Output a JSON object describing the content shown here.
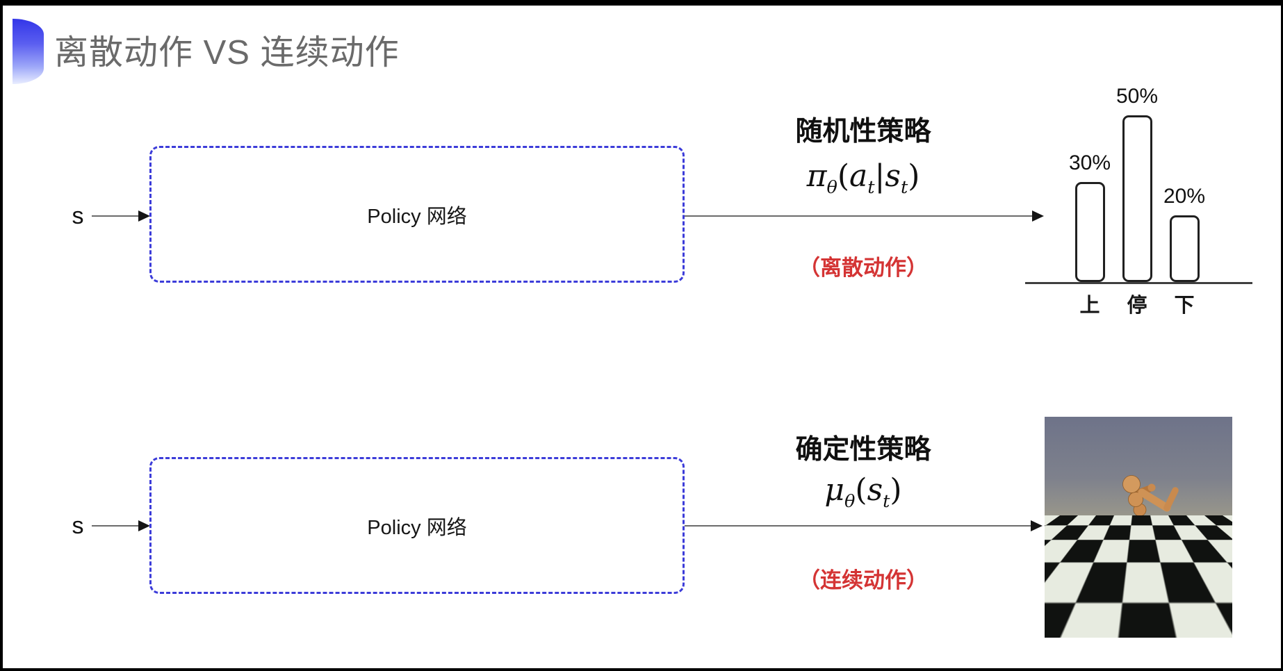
{
  "title": {
    "text": "离散动作 VS 连续动作"
  },
  "top_flow": {
    "input_label": "s",
    "box_label": "Policy 网络",
    "policy_type": "随机性策略",
    "formula": {
      "pi": "π",
      "theta": "θ",
      "lparen": "(",
      "a": "a",
      "sub_t1": "t",
      "pipe": "|",
      "s": "s",
      "sub_t2": "t",
      "rparen": ")"
    },
    "action_note": "（离散动作）"
  },
  "chart_data": {
    "type": "bar",
    "title": "",
    "xlabel": "",
    "ylabel": "",
    "categories": [
      "上",
      "停",
      "下"
    ],
    "values": [
      30,
      50,
      20
    ],
    "value_labels": [
      "30%",
      "50%",
      "20%"
    ],
    "ylim": [
      0,
      55
    ],
    "grid": false,
    "legend": false,
    "description": "probability distribution over discrete actions"
  },
  "bottom_flow": {
    "input_label": "s",
    "box_label": "Policy 网络",
    "policy_type": "确定性策略",
    "formula": {
      "mu": "μ",
      "theta": "θ",
      "lparen": "(",
      "s": "s",
      "sub_t": "t",
      "rparen": ")"
    },
    "action_note": "（连续动作）"
  },
  "sim_image": {
    "alt": "MuJoCo humanoid robot on a checkerboard floor"
  },
  "colors": {
    "box_dashed_blue": "#3c3cd9",
    "note_red": "#d43434",
    "title_gray": "#6a6a6a",
    "arrow_gray": "#6b6b6b"
  }
}
